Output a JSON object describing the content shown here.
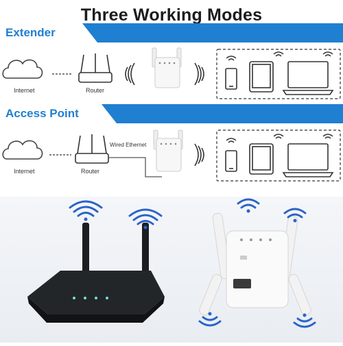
{
  "title": "Three Working Modes",
  "modes": [
    {
      "label": "Extender",
      "labels": {
        "internet": "Internet",
        "router": "Router"
      }
    },
    {
      "label": "Access Point",
      "labels": {
        "internet": "Internet",
        "router": "Router",
        "link": "Wired Ethernet"
      }
    }
  ],
  "colors": {
    "accent": "#1f7fd1",
    "wifi_blue": "#2b63c9",
    "device_white": "#f7f7f7",
    "router_black": "#1b1d20"
  },
  "icons": {
    "cloud": "cloud-icon",
    "router": "router-icon",
    "wifi": "wifi-signal-icon",
    "extender": "extender-icon",
    "phone": "phone-icon",
    "tablet": "tablet-icon",
    "laptop": "laptop-icon"
  }
}
